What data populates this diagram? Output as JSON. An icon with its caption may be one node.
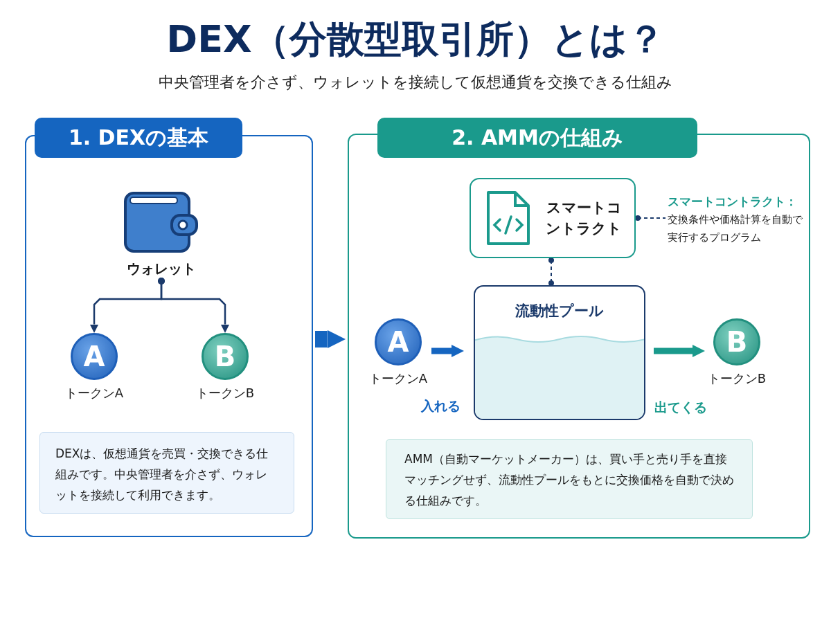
{
  "diagram": {
    "title": "DEX（分散型取引所）とは？",
    "nodes": [
      {
        "text": [
          "1. DEXの基本"
        ]
      },
      {
        "text": [
          "ウォレット"
        ],
        "in": 0
      },
      {
        "text": [
          "A"
        ],
        "beside": [
          "トークンA"
        ],
        "in": 0
      },
      {
        "text": [
          "B"
        ],
        "beside": [
          "トークンB"
        ],
        "in": 0
      },
      {
        "text": [
          "DEXは、仮想通貨を売買・交換できる仕組みです。中央管理者を介さず、ウォレットを接続して利用できます。"
        ],
        "in": 0
      },
      {
        "text": [
          "2. AMMの仕組み"
        ]
      },
      {
        "text": [
          "スマートコントラクト"
        ],
        "in": 5
      },
      {
        "text": [
          "スマートコントラクト：",
          "交換条件や価格計算を自動で実行するプログラム"
        ],
        "in": 5
      },
      {
        "text": [
          "流動性プール"
        ],
        "in": 5
      },
      {
        "text": [
          "A"
        ],
        "beside": [
          "トークンA"
        ],
        "in": 5
      },
      {
        "text": [
          "B"
        ],
        "beside": [
          "トークンB"
        ],
        "in": 5
      },
      {
        "text": [
          "AMM（自動マーケットメーカー）は、買い手と売り手を直接マッチングせず、流動性プールをもとに交換価格を自動で決める仕組みです。"
        ],
        "in": 5
      }
    ],
    "edges": [
      {
        "from": 1,
        "to": 2,
        "arrow": "to"
      },
      {
        "from": 1,
        "to": 3,
        "arrow": "to"
      },
      {
        "from": 0,
        "to": 5,
        "arrow": "to",
        "style": "thick",
        "color": "#1565c0"
      },
      {
        "from": 6,
        "to": 7,
        "arrow": "other",
        "style": "dashed"
      },
      {
        "from": 6,
        "to": 8,
        "arrow": "other",
        "style": "dashed"
      },
      {
        "from": 9,
        "to": 8,
        "arrow": "to",
        "label": "入れる",
        "style": "thick",
        "color": "#1565c0"
      },
      {
        "from": 8,
        "to": 10,
        "arrow": "to",
        "label": "出てくる",
        "style": "thick",
        "color": "#1a9a8c"
      }
    ],
    "labels": [
      "中央管理者を介さず、ウォレットを接続して仮想通貨を交換できる仕組み"
    ]
  }
}
